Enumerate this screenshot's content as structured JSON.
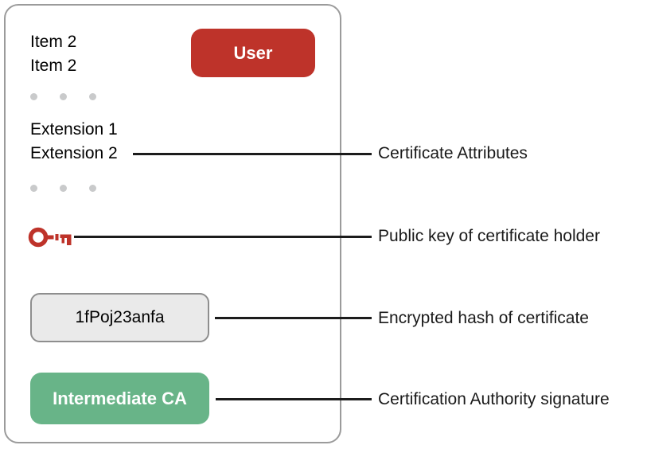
{
  "certificate": {
    "items": [
      "Item 2",
      "Item 2"
    ],
    "user_label": "User",
    "extensions": [
      "Extension 1",
      "Extension 2"
    ],
    "hash_value": "1fPoj23anfa",
    "intermediate_ca_label": "Intermediate CA"
  },
  "annotations": [
    {
      "label": "Certificate Attributes"
    },
    {
      "label": "Public key of certificate holder"
    },
    {
      "label": "Encrypted hash of certificate"
    },
    {
      "label": "Certification Authority signature"
    }
  ],
  "icons": {
    "public_key": "key-icon"
  },
  "colors": {
    "accent_red": "#be332a",
    "accent_green": "#68b488",
    "hash_bg": "#eaeaea",
    "hash_border": "#8e8e8e",
    "card_border": "#9b9b9b",
    "dot": "#c9cacb",
    "line": "#1c1c1c"
  }
}
